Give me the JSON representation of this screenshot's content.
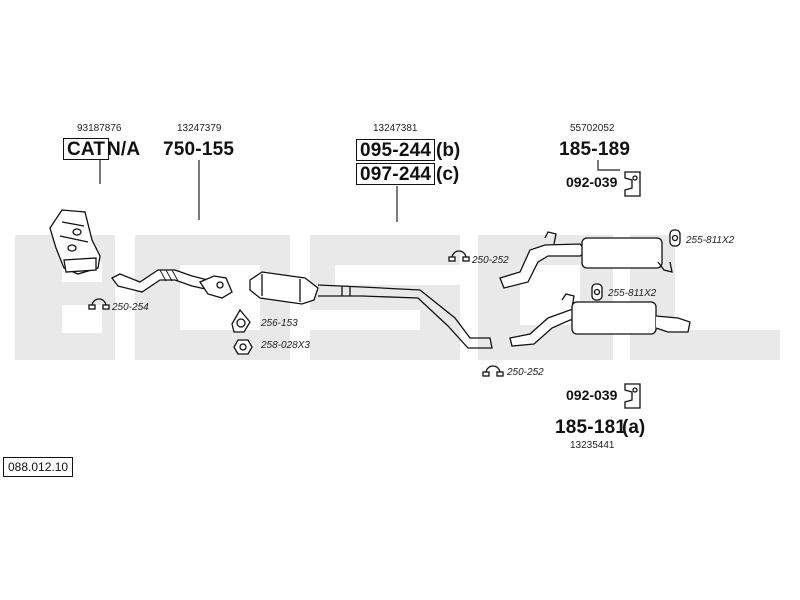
{
  "diagram": {
    "reference": "088.012.10",
    "watermark": "bosal",
    "oem_numbers": {
      "cat": "93187876",
      "front_pipe": "13247379",
      "middle": "13247381",
      "rear_upper": "55702052",
      "rear_lower": "13235441"
    },
    "parts": {
      "cat_code": "CAT",
      "cat_na": "N/A",
      "front_pipe": "750-155",
      "middle_b": "095-244",
      "middle_b_suffix": "(b)",
      "middle_c": "097-244",
      "middle_c_suffix": "(c)",
      "rear_upper": "185-189",
      "rear_upper_mount": "092-039",
      "rear_lower_mount": "092-039",
      "rear_lower": "185-181",
      "rear_lower_suffix": "(a)"
    },
    "accessories": {
      "clamp_cat": "250-254",
      "gasket": "256-153",
      "nut": "258-028X3",
      "clamp_mid": "250-252",
      "clamp_rear": "250-252",
      "hanger_upper": "255-811X2",
      "hanger_lower": "255-811X2"
    }
  }
}
